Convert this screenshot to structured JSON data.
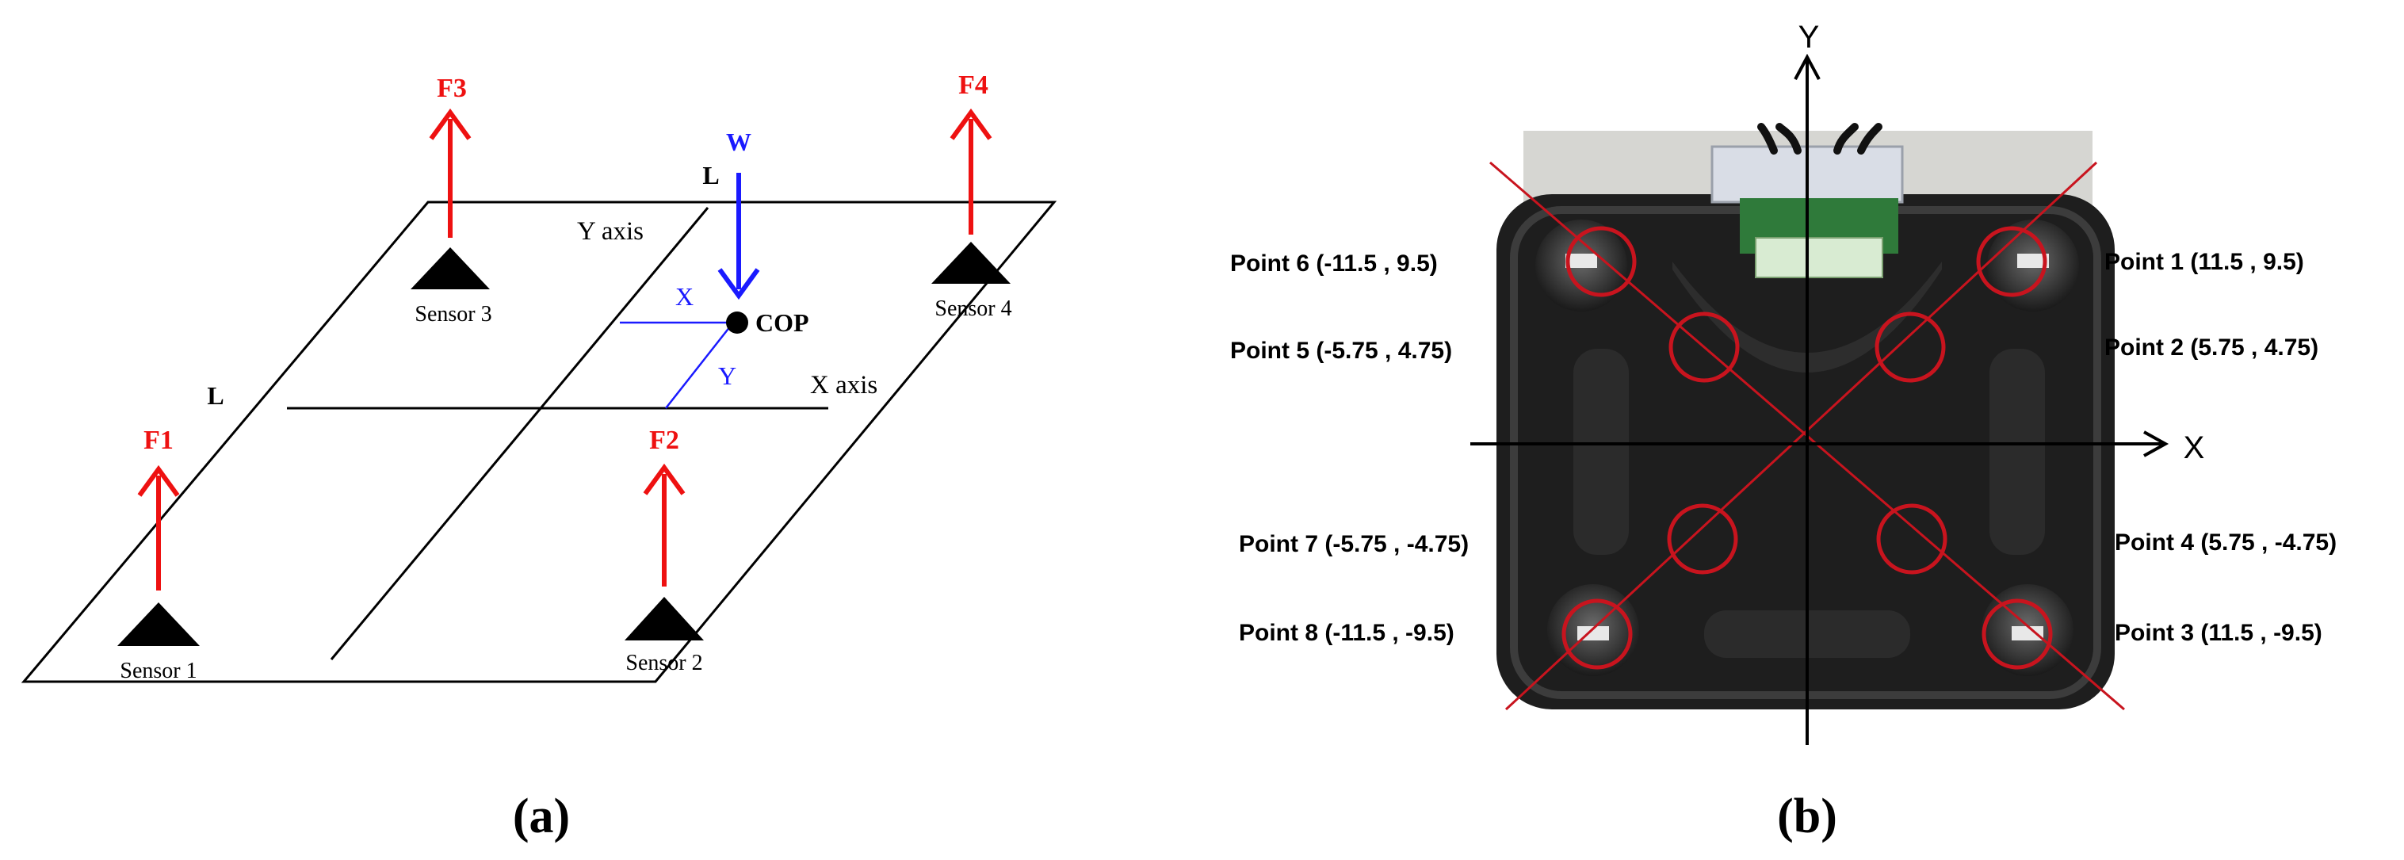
{
  "panel_a": {
    "forces": {
      "f1": "F1",
      "f2": "F2",
      "f3": "F3",
      "f4": "F4"
    },
    "weight_label": "W",
    "cop_label": "COP",
    "cop_x_label": "X",
    "cop_y_label": "Y",
    "y_axis_label": "Y axis",
    "x_axis_label": "X axis",
    "length_label_top": "L",
    "length_label_left": "L",
    "sensors": {
      "s1": "Sensor 1",
      "s2": "Sensor 2",
      "s3": "Sensor 3",
      "s4": "Sensor 4"
    },
    "caption": "(a)",
    "colors": {
      "force": "#ee1111",
      "weight": "#1a1aff",
      "edge": "#000000"
    }
  },
  "panel_b": {
    "x_axis_label": "X",
    "y_axis_label": "Y",
    "points": {
      "p1": "Point 1 (11.5 , 9.5)",
      "p2": "Point 2 (5.75 , 4.75)",
      "p3": "Point 3 (11.5 , -9.5)",
      "p4": "Point 4 (5.75 , -4.75)",
      "p5": "Point 5 (-5.75 , 4.75)",
      "p6": "Point 6 (-11.5 , 9.5)",
      "p7": "Point 7 (-5.75 , -4.75)",
      "p8": "Point 8 (-11.5 , -9.5)"
    },
    "caption": "(b)",
    "colors": {
      "circle": "#c8141e",
      "plate": "#1e1e1e"
    }
  }
}
